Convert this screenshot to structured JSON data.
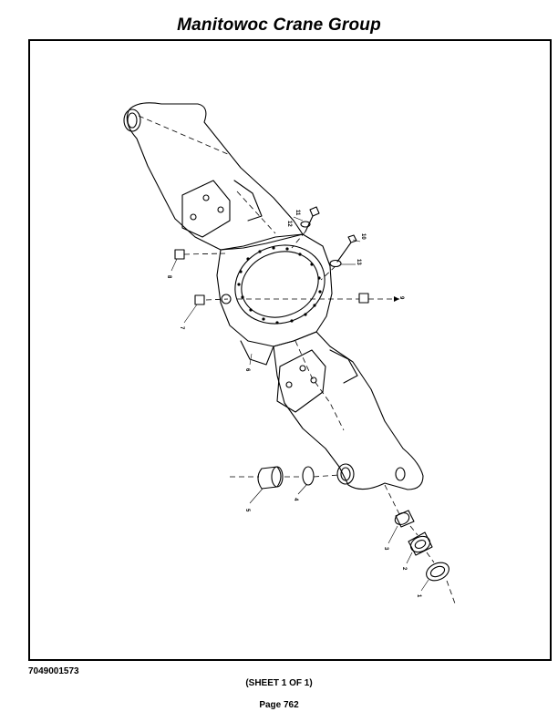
{
  "header": {
    "title": "Manitowoc Crane Group"
  },
  "footer": {
    "document_number": "7049001573",
    "sheet": "(SHEET 1 OF 1)",
    "page": "Page 762"
  },
  "callouts": [
    "11",
    "12",
    "10",
    "13",
    "8",
    "9",
    "7",
    "6",
    "5",
    "4",
    "3",
    "2",
    "1"
  ]
}
